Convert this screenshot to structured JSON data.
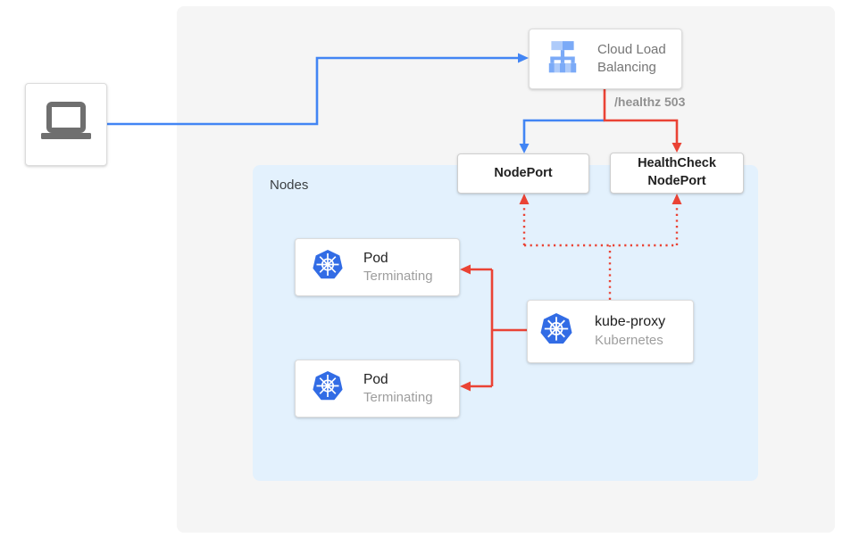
{
  "colors": {
    "blue": "#4285f4",
    "red": "#ea4335",
    "panel-bg": "#f5f5f5",
    "nodes-bg": "#e3f1fd",
    "k8s-blue": "#326ce5",
    "icon-gray": "#6f6f6f",
    "lb-blue-light": "#aecbfa",
    "lb-blue": "#7baaf7",
    "text-dark": "#212121",
    "text-gray": "#9e9e9e"
  },
  "diagram": {
    "client": {
      "icon": "laptop-icon"
    },
    "cloud_load_balancing": {
      "label": "Cloud Load Balancing",
      "icon": "cloud-load-balancing-icon"
    },
    "healthz_badge": "/healthz 503",
    "nodeport": {
      "label": "NodePort"
    },
    "healthcheck_nodeport": {
      "line1": "HealthCheck",
      "line2": "NodePort"
    },
    "nodes_group": {
      "label": "Nodes"
    },
    "pods": [
      {
        "title": "Pod",
        "status": "Terminating",
        "icon": "kubernetes-icon"
      },
      {
        "title": "Pod",
        "status": "Terminating",
        "icon": "kubernetes-icon"
      }
    ],
    "kube_proxy": {
      "title": "kube-proxy",
      "subtitle": "Kubernetes",
      "icon": "kubernetes-icon"
    }
  }
}
